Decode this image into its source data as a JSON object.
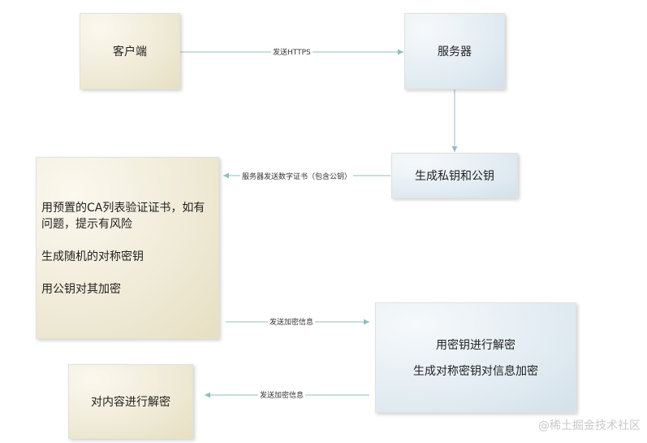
{
  "nodes": {
    "client": "客户端",
    "server": "服务器",
    "keygen": "生成私钥和公钥",
    "verify": {
      "line1": "用预置的CA列表验证证书，如有问题，提示有风险",
      "line2": "生成随机的对称密钥",
      "line3": "用公钥对其加密"
    },
    "decrypt_sym": {
      "line1": "用密钥进行解密",
      "line2": "生成对称密钥对信息加密"
    },
    "decrypt_content": "对内容进行解密"
  },
  "edges": {
    "https": "发送HTTPS",
    "cert": "服务器发送数字证书（包含公钥）",
    "send_enc_1": "发送加密信息",
    "send_enc_2": "发送加密信息"
  },
  "watermark": "@稀土掘金技术社区",
  "colors": {
    "arrow": "#8fbfbf",
    "warm_box": "#f0ebd8",
    "cool_box": "#e4edf3"
  }
}
